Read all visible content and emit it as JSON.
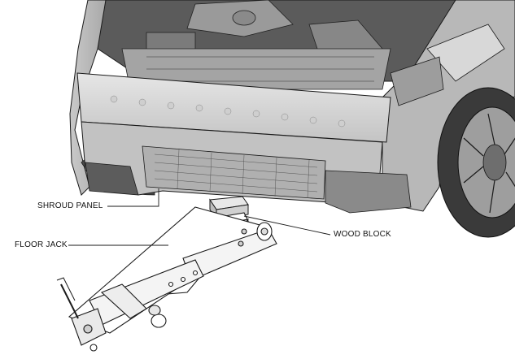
{
  "callouts": {
    "shroud_panel": "SHROUD PANEL",
    "floor_jack": "FLOOR JACK",
    "wood_block": "WOOD BLOCK"
  },
  "colors": {
    "body_light": "#d9d9d9",
    "body_mid": "#b3b3b3",
    "body_dark": "#6e6e6e",
    "tire_dark": "#3a3a3a",
    "line": "#1a1a1a",
    "background": "#ffffff"
  },
  "icons": [
    "car-front-illustration",
    "floor-jack-illustration",
    "wood-block-illustration"
  ]
}
